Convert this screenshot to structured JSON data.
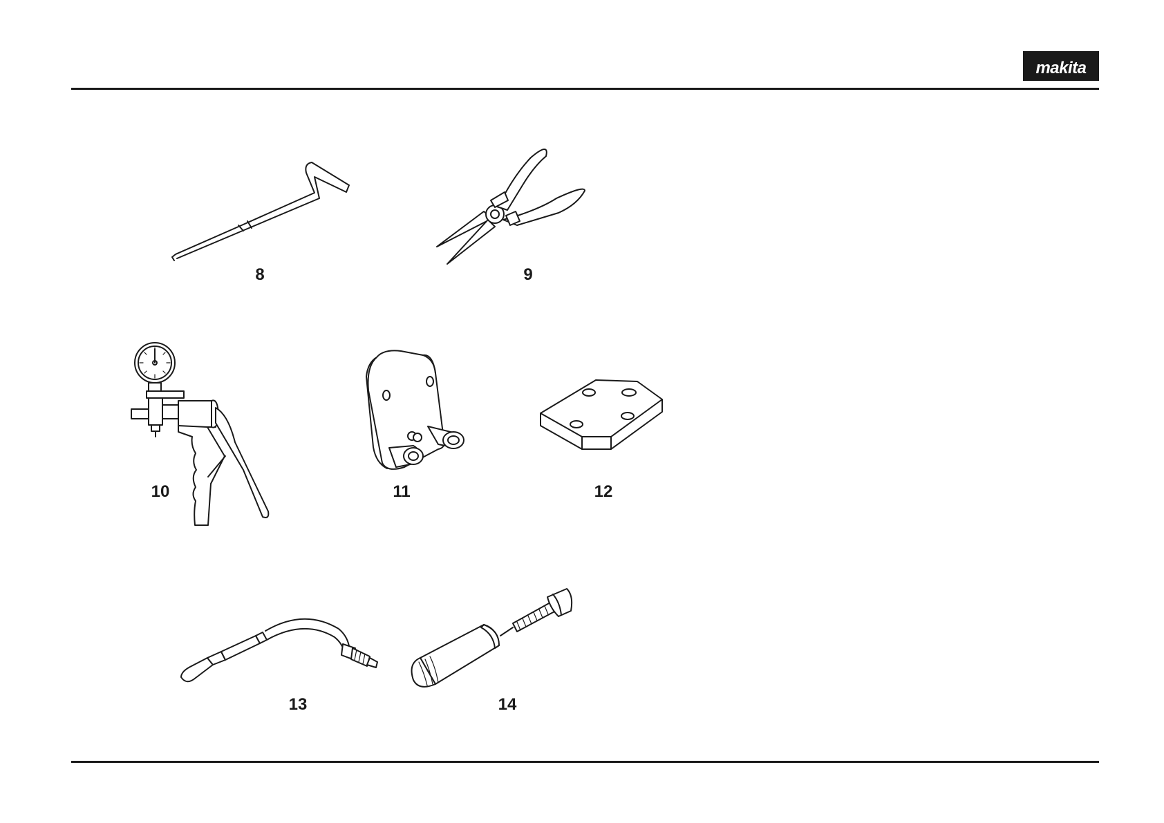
{
  "header": {
    "brand_text": "makita"
  },
  "tools": [
    {
      "number": "8"
    },
    {
      "number": "9"
    },
    {
      "number": "10"
    },
    {
      "number": "11"
    },
    {
      "number": "12"
    },
    {
      "number": "13"
    },
    {
      "number": "14"
    }
  ]
}
